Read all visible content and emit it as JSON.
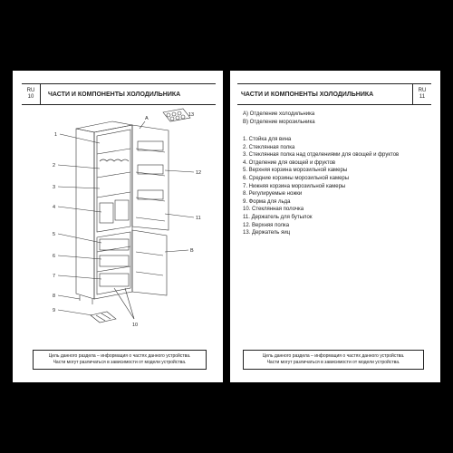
{
  "left_page": {
    "lang": "RU",
    "page_number": "10",
    "title": "ЧАСТИ И КОМПОНЕНТЫ ХОЛОДИЛЬНИКА",
    "callouts": [
      "1",
      "2",
      "3",
      "4",
      "5",
      "6",
      "7",
      "8",
      "9",
      "10",
      "11",
      "12",
      "13",
      "A",
      "B"
    ],
    "note_line1": "Цель данного раздела – информация о частях данного устройства.",
    "note_line2": "Части могут различаться в зависимости от модели устройства."
  },
  "right_page": {
    "lang": "RU",
    "page_number": "11",
    "title": "ЧАСТИ И КОМПОНЕНТЫ ХОЛОДИЛЬНИКА",
    "compartments": [
      "A) Отделение холодильника",
      "B) Отделение морозильника"
    ],
    "parts": [
      "1. Стойка для вина",
      "2. Стеклянная полка",
      "3. Стеклянная полка над отделениями для овощей и фруктов",
      "4. Отделение для овощей и фруктов",
      "5. Верхняя корзина морозильной камеры",
      "6. Средние корзины морозильной камеры",
      "7. Нижняя корзина морозильной камеры",
      "8. Регулируемые ножки",
      "9. Форма для льда",
      "10. Стеклянная полочка",
      "11. Держатель для бутылок",
      "12. Верхняя полка",
      "13. Держатель яиц"
    ],
    "note_line1": "Цель данного раздела – информация о частях данного устройства.",
    "note_line2": "Части могут различаться в зависимости от модели устройства."
  }
}
